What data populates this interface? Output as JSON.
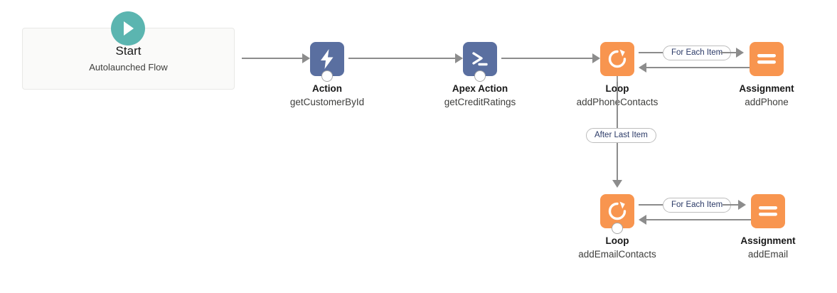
{
  "diagram": {
    "type": "salesforce-flow-builder-canvas",
    "start": {
      "icon": "play-icon",
      "title": "Start",
      "subtitle": "Autolaunched Flow"
    },
    "nodes": [
      {
        "id": "action-getcustomerbyid",
        "icon": "lightning-bolt-icon",
        "icon_color": "#5a6fa0",
        "type_label": "Action",
        "name_label": "getCustomerById"
      },
      {
        "id": "apex-action-getcreditratings",
        "icon": "apex-console-icon",
        "icon_color": "#5a6fa0",
        "type_label": "Apex Action",
        "name_label": "getCreditRatings"
      },
      {
        "id": "loop-addphonecontacts",
        "icon": "loop-refresh-icon",
        "icon_color": "#f8954f",
        "type_label": "Loop",
        "name_label": "addPhoneContacts"
      },
      {
        "id": "assignment-addphone",
        "icon": "assignment-equals-icon",
        "icon_color": "#f8954f",
        "type_label": "Assignment",
        "name_label": "addPhone"
      },
      {
        "id": "loop-addemailcontacts",
        "icon": "loop-refresh-icon",
        "icon_color": "#f8954f",
        "type_label": "Loop",
        "name_label": "addEmailContacts"
      },
      {
        "id": "assignment-addemail",
        "icon": "assignment-equals-icon",
        "icon_color": "#f8954f",
        "type_label": "Assignment",
        "name_label": "addEmail"
      }
    ],
    "connector_labels": {
      "for_each_item_top": "For Each Item",
      "after_last_item": "After Last Item",
      "for_each_item_bottom": "For Each Item"
    },
    "colors": {
      "connector": "#8c8c8c",
      "start_accent": "#5bb5b0",
      "action_blue": "#5a6fa0",
      "loop_orange": "#f8954f",
      "pill_text": "#2b3a67",
      "canvas_bg": "#ffffff"
    }
  }
}
